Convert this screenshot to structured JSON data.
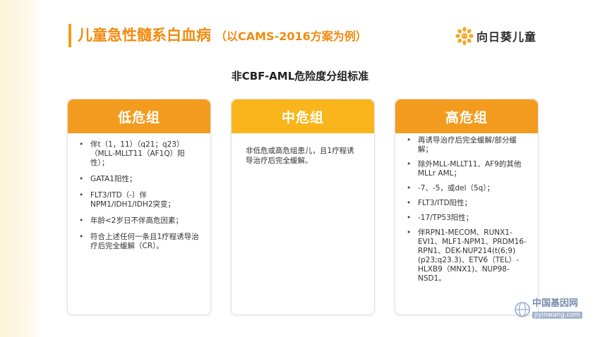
{
  "header": {
    "title": "儿童急性髓系白血病",
    "subtitle": "（以CAMS-2016方案为例）",
    "logo_text": "向日葵儿童",
    "accent_color": "#f49c1b"
  },
  "section_title": "非CBF-AML危险度分组标准",
  "cards": {
    "low": {
      "title": "低危组",
      "items": [
        "伴t（1，11）（q21；q23）（MLL-MLLT11（AF1Q）阳性）；",
        "GATA1阳性；",
        "FLT3/ITD（-）伴NPM1/IDH1/IDH2突变；",
        "年龄<2岁日不伴高危因素；",
        "符合上述任何一条且1疗程诱导治疗后完全缓解（CR）。"
      ]
    },
    "mid": {
      "title": "中危组",
      "text": "非低危或高危组患儿，且1疗程诱导治疗后完全缓解。"
    },
    "high": {
      "title": "高危组",
      "items": [
        "再诱导治疗后完全缓解/部分缓解；",
        "除外MLL-MLLT11、AF9的其他MLLr AML；",
        "-7、-5，或del（5q）；",
        "FLT3/ITD阳性；",
        "-17/TP53阳性；",
        "伴RPN1-MECOM、RUNX1-EVI1、MLF1-NPM1、PRDM16-RPN1、DEK-NUP214(t(6;9)(p23;q23.3)、ETV6（TEL）-HLXB9（MNX1)、NUP98-NSD1。"
      ]
    }
  },
  "watermark": {
    "name": "中国基因网",
    "url": "jiyinwang.com"
  }
}
